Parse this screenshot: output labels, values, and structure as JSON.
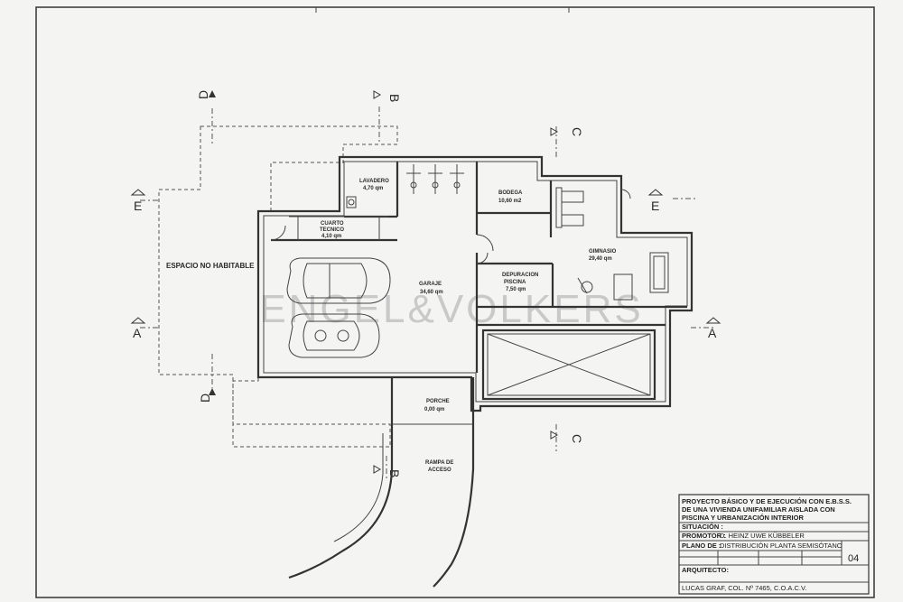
{
  "rooms": {
    "lavadero": {
      "name": "LAVADERO",
      "area": "4,70 qm"
    },
    "cuarto": {
      "name1": "CUARTO",
      "name2": "TECNICO",
      "area": "4,10 qm"
    },
    "bodega": {
      "name": "BODEGA",
      "area": "10,60 m2"
    },
    "gimnasio": {
      "name": "GIMNASIO",
      "area": "29,40 qm"
    },
    "garaje": {
      "name": "GARAJE",
      "area": "34,60 qm"
    },
    "depuracion": {
      "name1": "DEPURACION",
      "name2": "PISCINA",
      "area": "7,50 qm"
    },
    "porche": {
      "name": "PORCHE",
      "area": "0,00 qm"
    },
    "rampa": {
      "name1": "RAMPA DE",
      "name2": "ACCESO"
    },
    "no_habitable": {
      "name": "ESPACIO NO HABITABLE"
    }
  },
  "sections": {
    "a": "A",
    "b": "B",
    "c": "C",
    "d": "D",
    "e": "E"
  },
  "watermark": "ENGEL&VOLKERS",
  "title_block": {
    "title_1": "PROYECTO BÁSICO Y DE EJECUCIÓN CON E.B.S.S.",
    "title_2": "DE UNA VIVIENDA UNIFAMILIAR AISLADA CON",
    "title_3": "PISCINA Y URBANIZACIÓN INTERIOR",
    "situacion_label": "SITUACIÓN :",
    "promotor_label": "PROMOTOR :",
    "promotor_value": "D. HEINZ UWE KÜBBELER",
    "plano_label": "PLANO DE :",
    "plano_value": "DISTRIBUCIÓN PLANTA SEMISÓTANO",
    "plano_number": "04",
    "arquitecto_label": "ARQUITECTO:",
    "arquitecto_value": "LUCAS GRAF, COL. Nº 7465, C.O.A.C.V."
  }
}
